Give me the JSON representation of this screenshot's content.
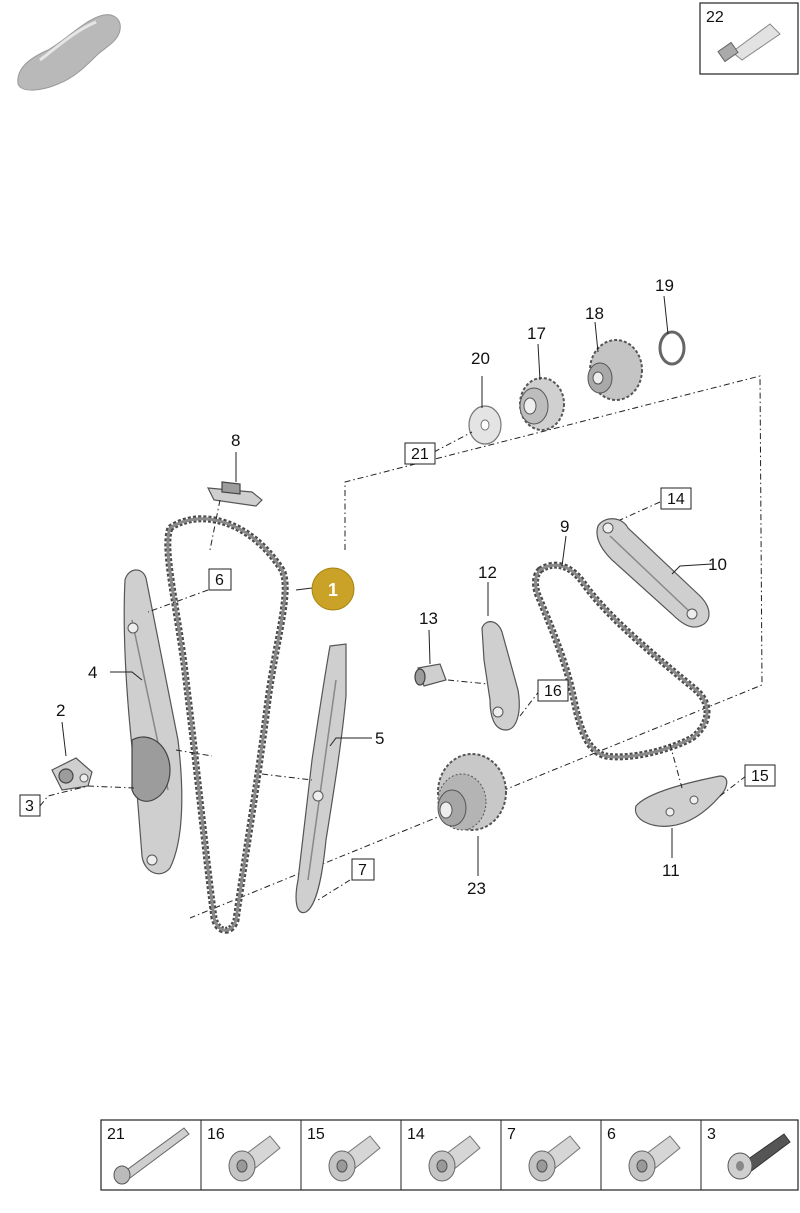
{
  "badge": {
    "label": "1",
    "color": "#c9a227"
  },
  "callouts": {
    "c2": "2",
    "c4": "4",
    "c5": "5",
    "c8": "8",
    "c9": "9",
    "c10": "10",
    "c11": "11",
    "c12": "12",
    "c13": "13",
    "c17": "17",
    "c18": "18",
    "c19": "19",
    "c20": "20",
    "c23": "23"
  },
  "boxed_callouts": {
    "b3": "3",
    "b6": "6",
    "b7": "7",
    "b14": "14",
    "b15": "15",
    "b16": "16",
    "b21": "21"
  },
  "corner_item": {
    "label": "22",
    "icon": "grease-tube-icon"
  },
  "car_icon": "car-silhouette-icon",
  "thumbnails": [
    {
      "label": "21",
      "icon": "long-bolt-icon"
    },
    {
      "label": "16",
      "icon": "torx-bolt-icon"
    },
    {
      "label": "15",
      "icon": "torx-bolt-icon"
    },
    {
      "label": "14",
      "icon": "torx-bolt-icon"
    },
    {
      "label": "7",
      "icon": "torx-bolt-icon"
    },
    {
      "label": "6",
      "icon": "torx-bolt-icon"
    },
    {
      "label": "3",
      "icon": "hex-bolt-icon"
    }
  ]
}
